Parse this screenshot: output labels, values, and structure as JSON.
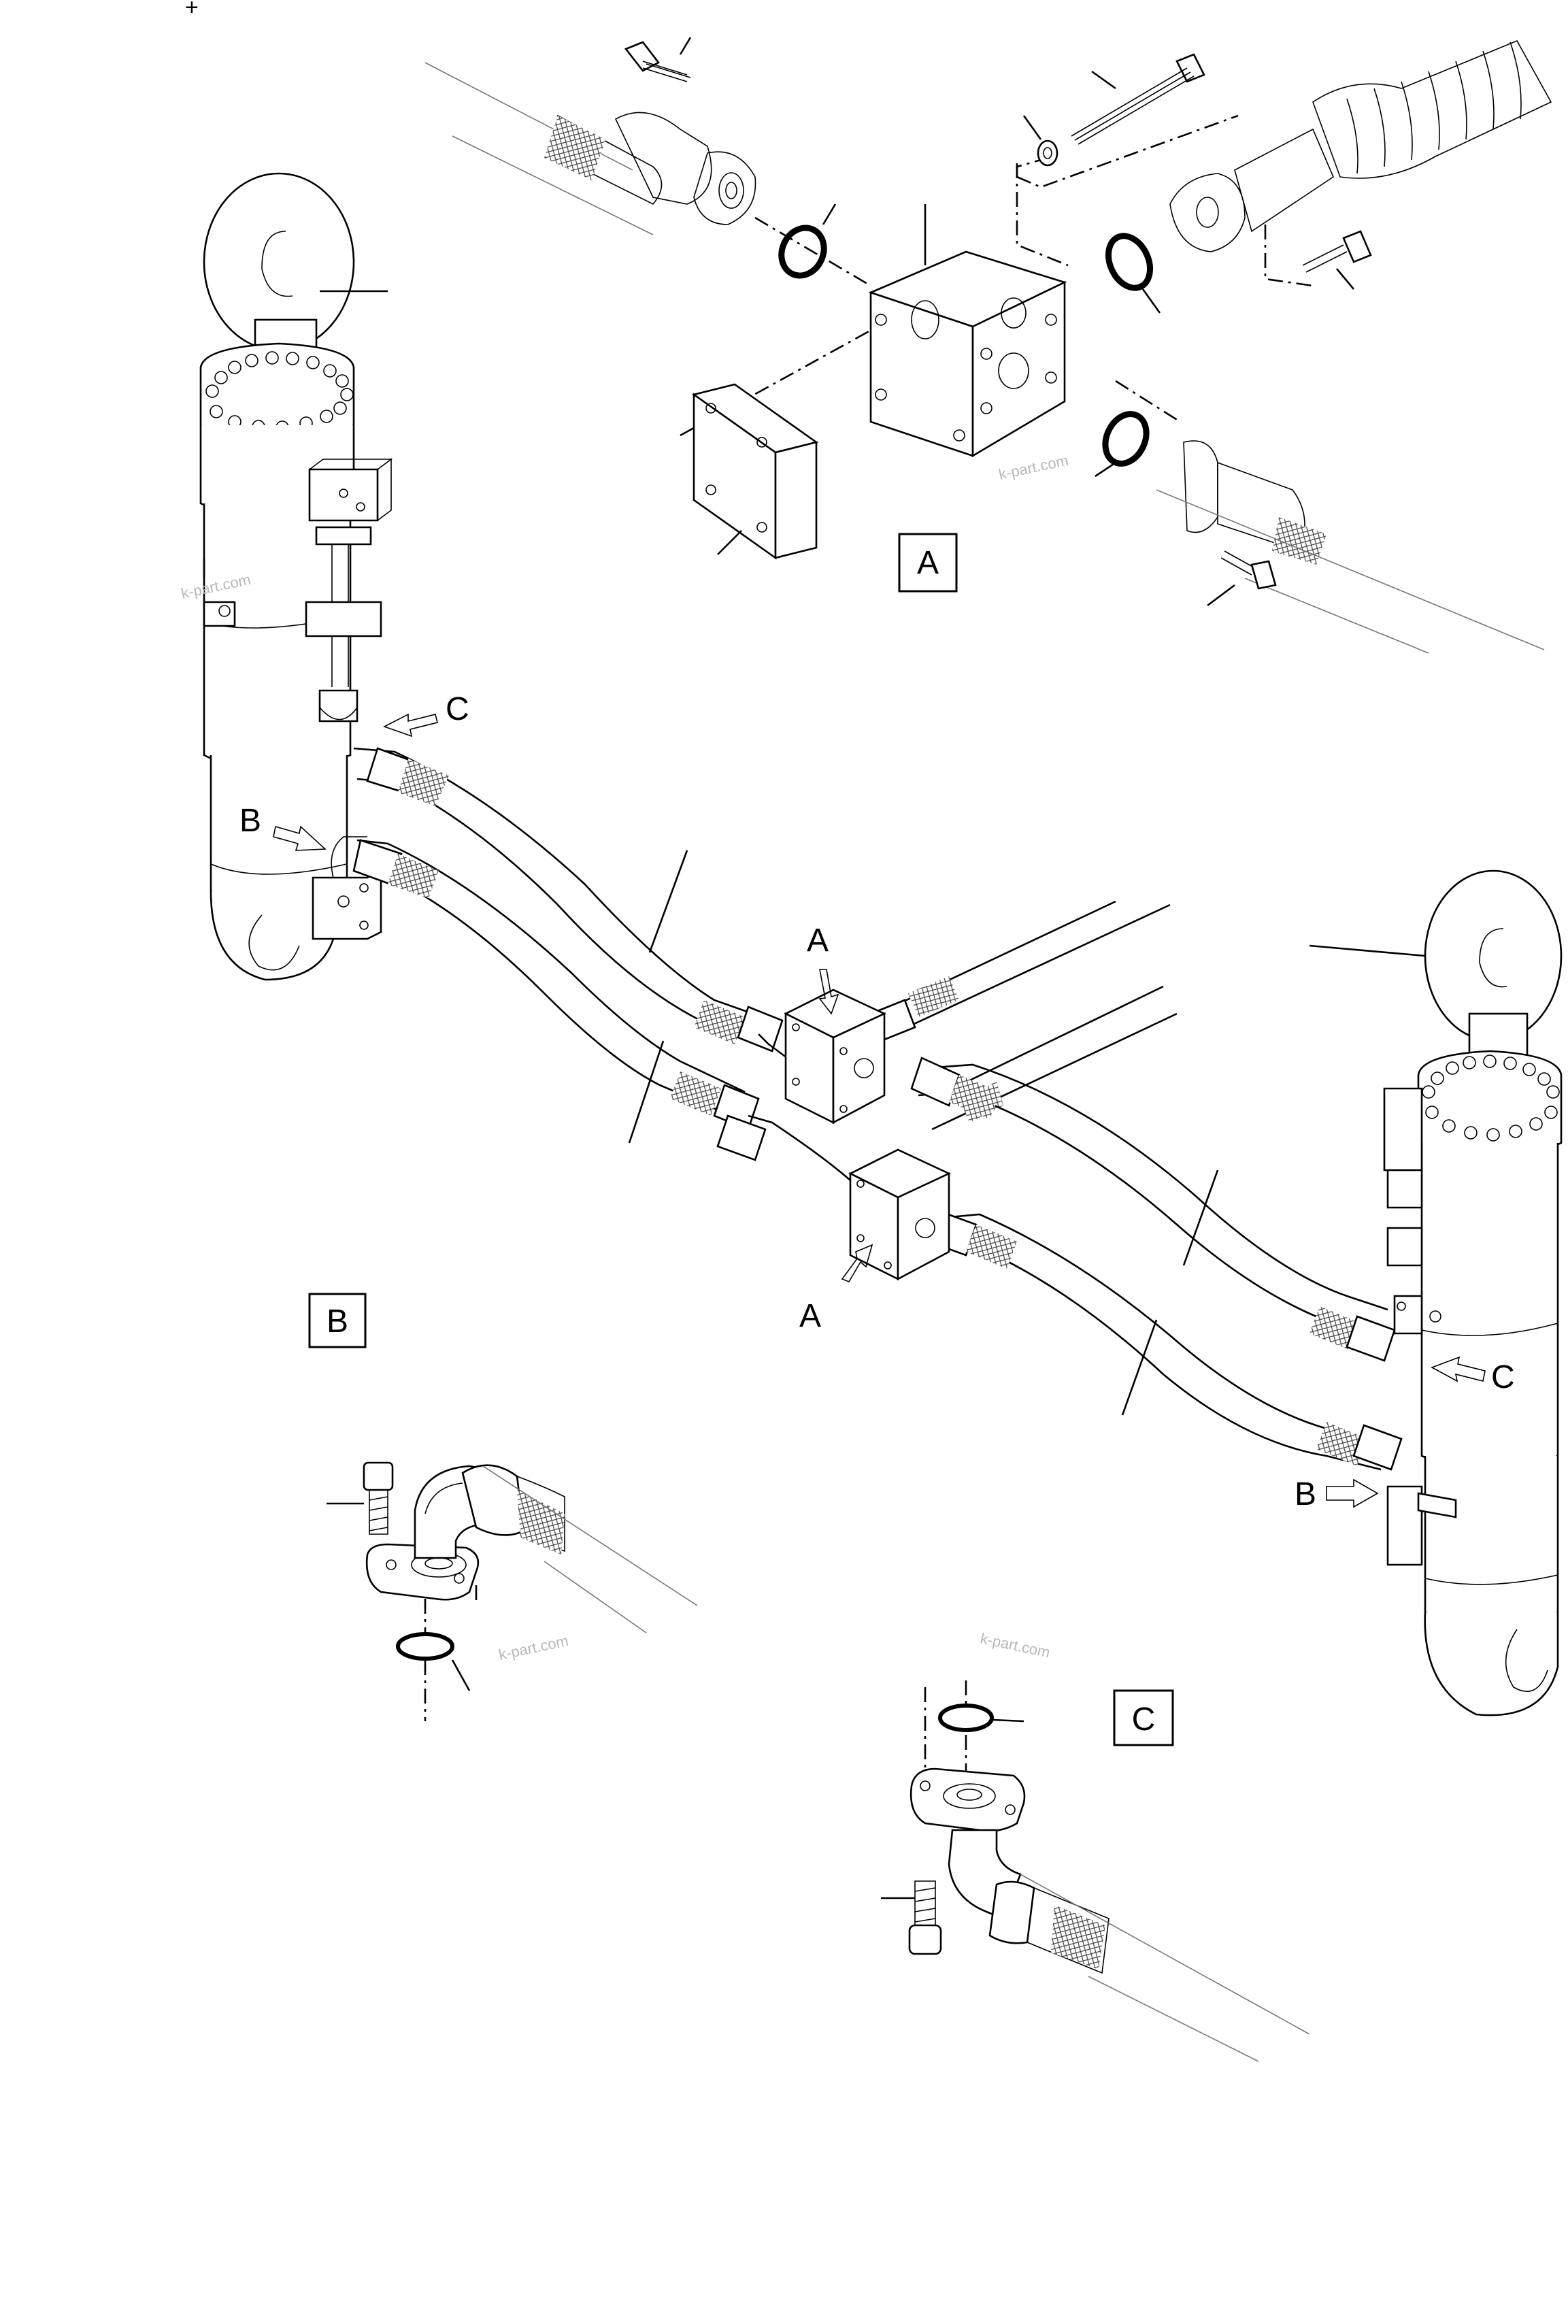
{
  "diagram": {
    "corner_mark": "+",
    "detail_boxes": [
      {
        "id": "box-A",
        "label": "A"
      },
      {
        "id": "box-B",
        "label": "B"
      },
      {
        "id": "box-C",
        "label": "C"
      }
    ],
    "callouts": {
      "upper_left_C": "C",
      "upper_left_B": "B",
      "top_A": "A",
      "bottom_A": "A",
      "right_C": "C",
      "right_B": "B"
    },
    "watermarks": [
      "k-part.com",
      "k-part.com",
      "k-part.com",
      "k-part.com"
    ],
    "colors": {
      "line": "#000000",
      "background": "#ffffff",
      "watermark": "#b8b8b8"
    }
  }
}
